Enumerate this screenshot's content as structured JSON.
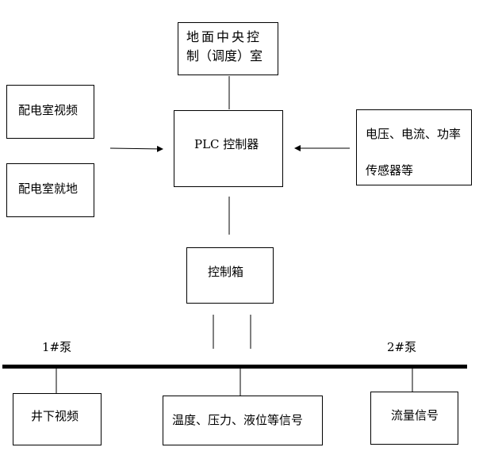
{
  "diagram": {
    "central_room": {
      "line1": "地面中央控",
      "line2": "制（调度）室"
    },
    "plc": "PLC 控制器",
    "power_room_video": "配电室视频",
    "power_room_local": "配电室就地",
    "sensors": {
      "line1": "电压、电流、功率",
      "line2": "传感器等"
    },
    "control_box": "控制箱",
    "pump1": "1#泵",
    "pump2": "2#泵",
    "downhole_video": "井下视频",
    "signals": "温度、压力、液位等信号",
    "flow_signal": "流量信号"
  }
}
